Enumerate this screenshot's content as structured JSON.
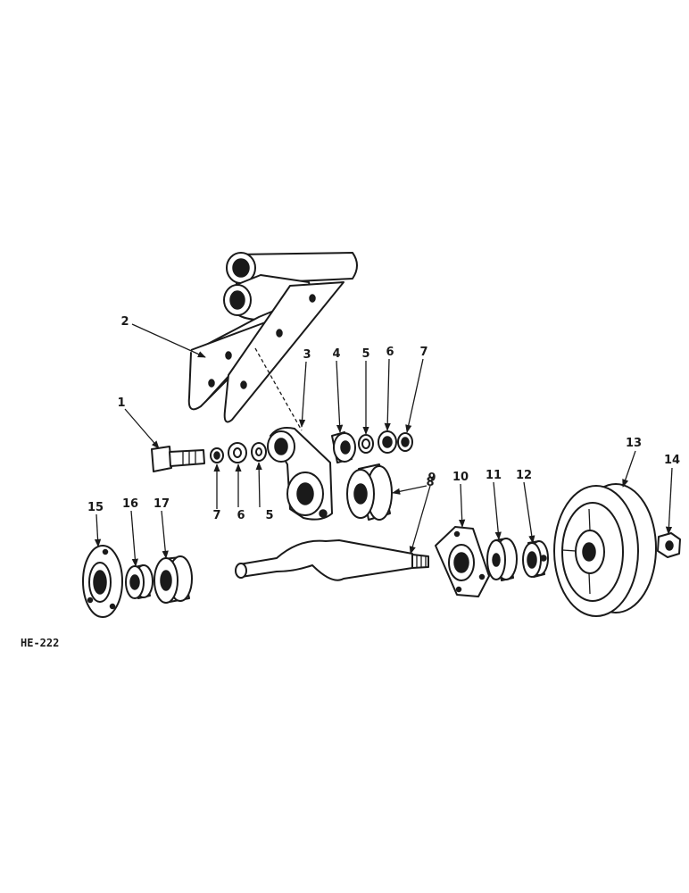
{
  "drawing_code": "HE-222",
  "callouts": [
    "1",
    "2",
    "3",
    "4",
    "5",
    "6",
    "7",
    "5",
    "6",
    "7",
    "8",
    "9",
    "10",
    "11",
    "12",
    "13",
    "14",
    "15",
    "16",
    "17"
  ]
}
